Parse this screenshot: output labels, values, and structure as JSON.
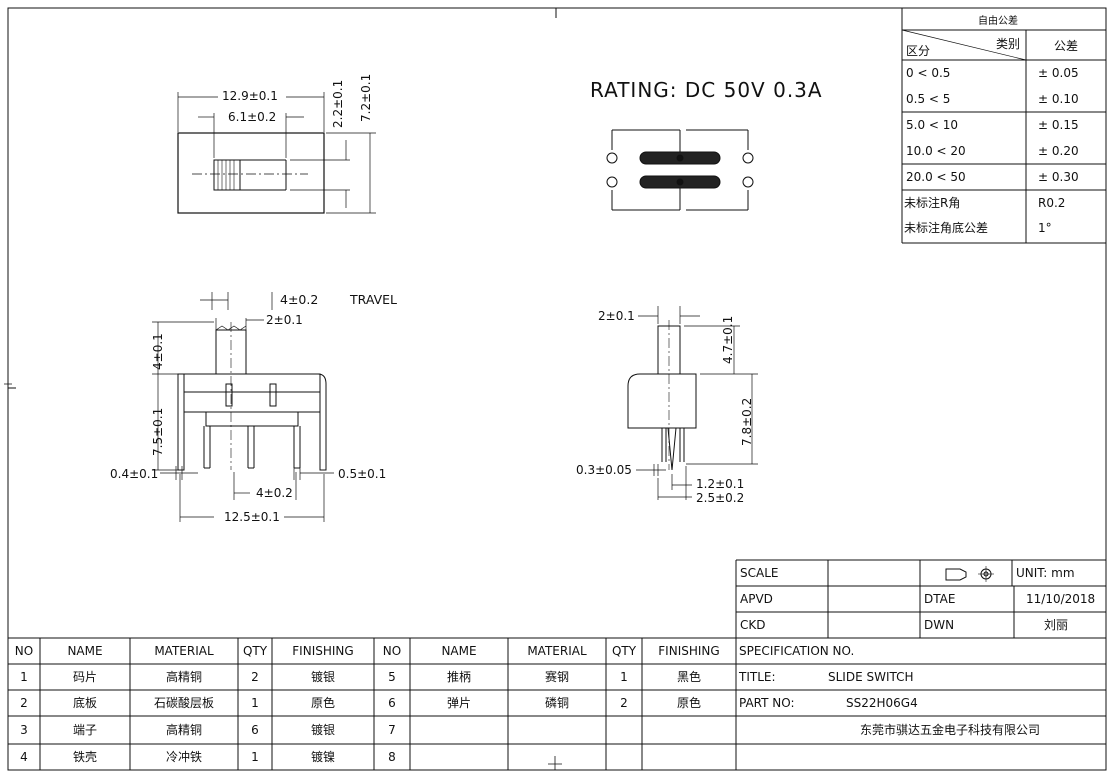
{
  "rating": "RATING: DC 50V 0.3A",
  "top_view": {
    "dim_overall_length": "12.9±0.1",
    "dim_handle_slot": "6.1±0.2",
    "dim_handle_height": "2.2±0.1",
    "dim_body_height": "7.2±0.1"
  },
  "front_view": {
    "dim_handle_width": "2±0.1",
    "dim_travel": "4±0.2",
    "travel_label": "TRAVEL",
    "dim_handle_len": "4±0.1",
    "dim_body_h": "7.5±0.1",
    "dim_pin_w_left": "0.4±0.1",
    "dim_pin_w_right": "0.5±0.1",
    "dim_pin_pitch": "4±0.2",
    "dim_pin_span": "12.5±0.1"
  },
  "side_view": {
    "dim_handle_w": "2±0.1",
    "dim_handle_len": "4.7±0.1",
    "dim_body_h": "7.8±0.2",
    "dim_pin_thk": "0.3±0.05",
    "dim_pin_off": "1.2±0.1",
    "dim_pin_span": "2.5±0.2"
  },
  "tolerance_table": {
    "title": "自由公差",
    "header_type": "类别",
    "header_range": "区分",
    "header_tol": "公差",
    "rows": [
      {
        "range": "0    < 0.5",
        "tol": "± 0.05"
      },
      {
        "range": "0.5    < 5",
        "tol": "± 0.10"
      },
      {
        "range": "5.0    < 10",
        "tol": "± 0.15"
      },
      {
        "range": "10.0   < 20",
        "tol": "± 0.20"
      },
      {
        "range": "20.0   < 50",
        "tol": "± 0.30"
      },
      {
        "range": "未标注R角",
        "tol": "R0.2"
      },
      {
        "range": "未标注角底公差",
        "tol": "1°"
      }
    ]
  },
  "title_block": {
    "scale_label": "SCALE",
    "unit": "UNIT: mm",
    "apvd_label": "APVD",
    "date_label": "DTAE",
    "date_value": "11/10/2018",
    "ckd_label": "CKD",
    "dwn_label": "DWN",
    "dwn_value": "刘丽",
    "spec_no_label": "SPECIFICATION NO.",
    "title_label": "TITLE:",
    "title_value": "SLIDE SWITCH",
    "part_no_label": "PART NO:",
    "part_no_value": "SS22H06G4",
    "company": "东莞市骐达五金电子科技有限公司"
  },
  "bom": {
    "headers": [
      "NO",
      "NAME",
      "MATERIAL",
      "QTY",
      "FINISHING",
      "NO",
      "NAME",
      "MATERIAL",
      "QTY",
      "FINISHING"
    ],
    "rows": [
      [
        "1",
        "码片",
        "高精铜",
        "2",
        "镀银",
        "5",
        "推柄",
        "赛钢",
        "1",
        "黑色"
      ],
      [
        "2",
        "底板",
        "石碳酸层板",
        "1",
        "原色",
        "6",
        "弹片",
        "磷铜",
        "2",
        "原色"
      ],
      [
        "3",
        "端子",
        "高精铜",
        "6",
        "镀银",
        "7",
        "",
        "",
        "",
        ""
      ],
      [
        "4",
        "铁壳",
        "冷冲铁",
        "1",
        "镀镍",
        "8",
        "",
        "",
        "",
        ""
      ]
    ]
  }
}
